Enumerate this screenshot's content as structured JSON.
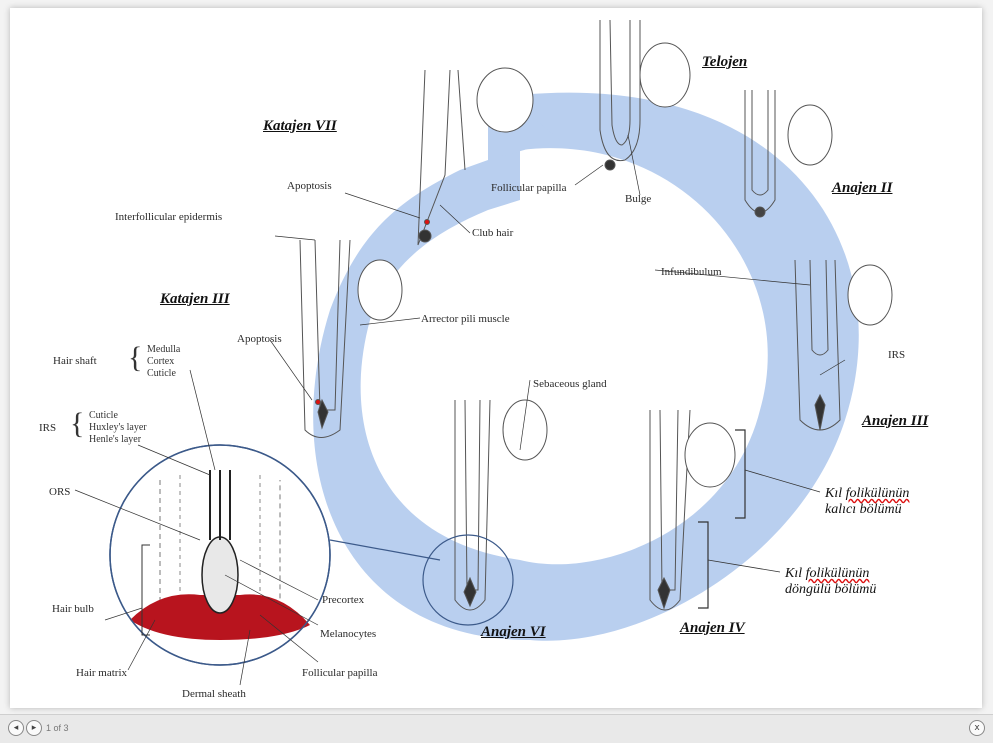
{
  "stages": {
    "telojen": "Telojen",
    "anajen2": "Anajen II",
    "anajen3": "Anajen III",
    "anajen4": "Anajen IV",
    "anajen6": "Anajen VI",
    "katajen3": "Katajen III",
    "katajen7": "Katajen VII"
  },
  "labels": {
    "follicular_papilla_top": "Follicular papilla",
    "bulge": "Bulge",
    "apoptosis_top": "Apoptosis",
    "club_hair": "Club hair",
    "interfollicular_epidermis": "Interfollicular epidermis",
    "infundibulum": "Infundibulum",
    "arrector_pili": "Arrector pili muscle",
    "apoptosis_left": "Apoptosis",
    "irs_right": "IRS",
    "sebaceous_gland": "Sebaceous gland",
    "hair_shaft": "Hair shaft",
    "hair_shaft_layers": [
      "Medulla",
      "Cortex",
      "Cuticle"
    ],
    "irs_left": "IRS",
    "irs_layers": [
      "Cuticle",
      "Huxley's layer",
      "Henle's layer"
    ],
    "ors": "ORS",
    "hair_bulb": "Hair bulb",
    "hair_matrix": "Hair matrix",
    "dermal_sheath": "Dermal sheath",
    "precortex": "Precortex",
    "melanocytes": "Melanocytes",
    "follicular_papilla_bottom": "Follicular papilla"
  },
  "translations": {
    "permanent_line1_word": "folikülünün",
    "permanent_line1_prefix": "Kıl",
    "permanent_line2": "kalıcı bölümü",
    "cyclic_line1_prefix": "Kıl",
    "cyclic_line1_word": "folikülünün",
    "cyclic_line2": "döngülü bölümü"
  },
  "footer": {
    "prev_icon": "◂",
    "next_icon": "▸",
    "page_indicator": "1 of 3",
    "close_icon": "x"
  },
  "colors": {
    "cycle_arrow": "#b9cfef",
    "bulb_red": "#b8141e",
    "accent_underline": "#d11111"
  }
}
